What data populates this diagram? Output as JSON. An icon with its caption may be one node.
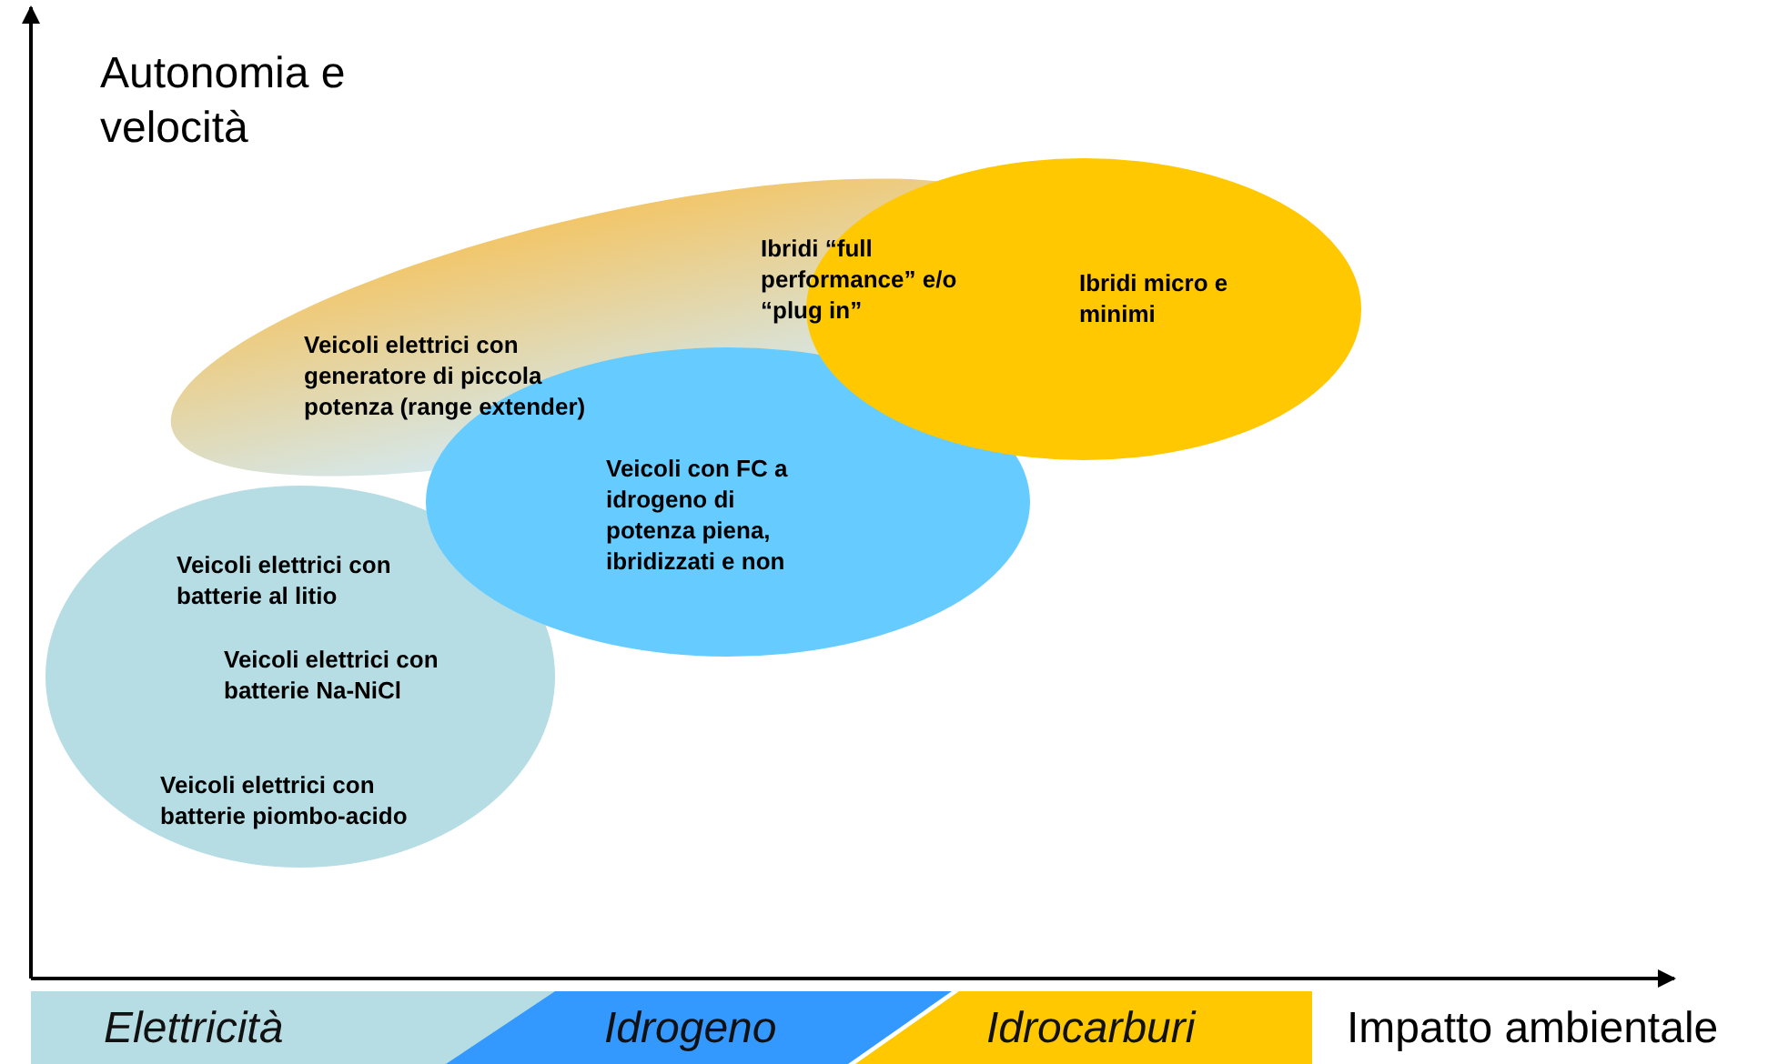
{
  "diagram": {
    "nodes": [
      {
        "text": [
          "Veicoli elettrici con generatore di piccola potenza (range extender)"
        ]
      },
      {
        "text": [
          "Ibridi micro e minimi"
        ]
      },
      {
        "text": [
          "Veicoli con FC a idrogeno di potenza piena, ibridizzati e non"
        ]
      },
      {
        "text": [
          "Veicoli elettrici con batterie al litio",
          "Veicoli elettrici con batterie Na-NiCl",
          "Veicoli elettrici con batterie piombo-acido"
        ]
      },
      {
        "text": [
          "Elettricità"
        ]
      },
      {
        "text": [
          "Idrogeno"
        ]
      },
      {
        "text": [
          "Idrocarburi"
        ]
      }
    ],
    "labels": [
      "Autonomia e velocità",
      "Ibridi “full performance” e/o “plug in”",
      "Impatto ambientale"
    ]
  }
}
